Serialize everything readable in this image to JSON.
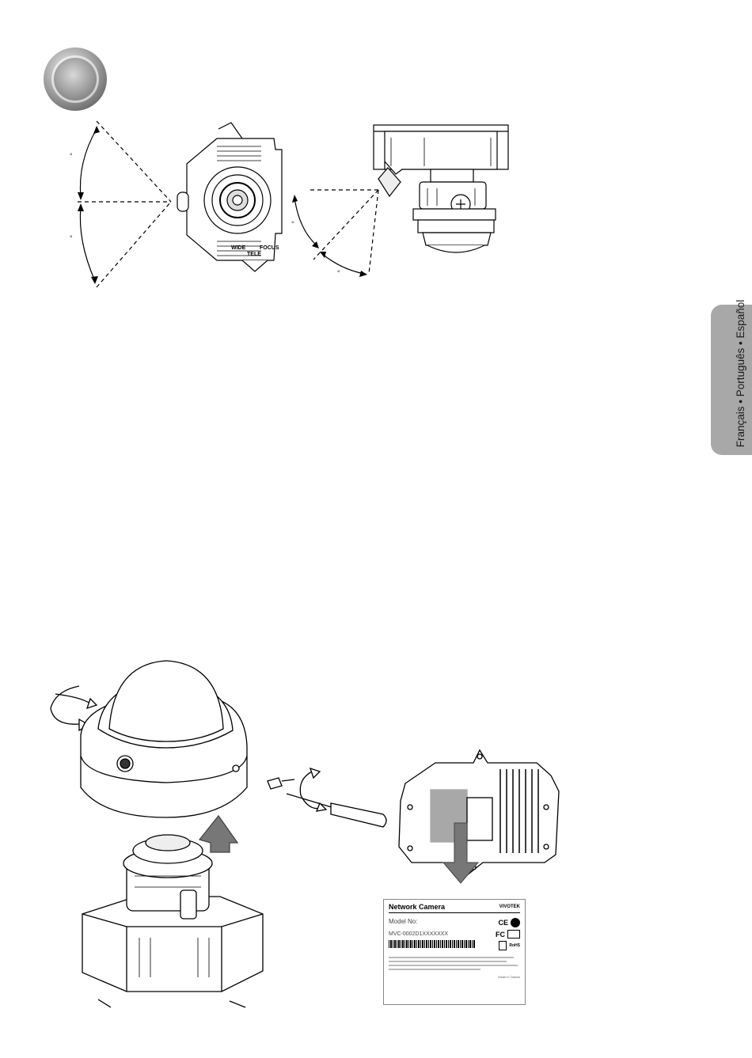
{
  "side_tab": {
    "text": "Français • Português • Español"
  },
  "figure1": {
    "degree_marks": [
      "°",
      "°",
      "°",
      "°"
    ],
    "lens_labels": {
      "wide": "WIDE",
      "tele": "TELE",
      "focus": "FOCUS"
    }
  },
  "label": {
    "title": "Network Camera",
    "brand": "VIVOTEK",
    "model_caption": "Model No:",
    "model_value": "MVC-0002D1XXXXXXX",
    "fcc": "FC",
    "ce": "CE",
    "rohs": "RoHS",
    "made_in": "Made in Taiwan"
  }
}
